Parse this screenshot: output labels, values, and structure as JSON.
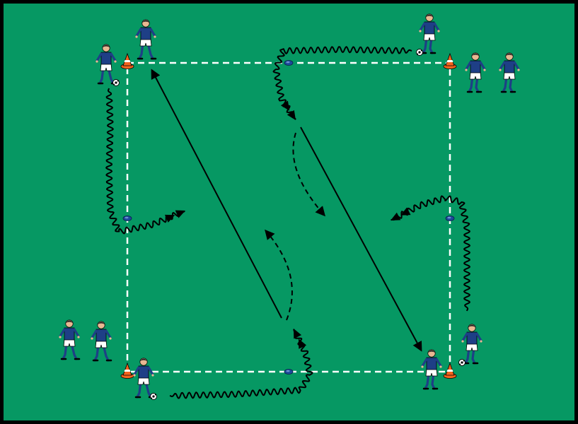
{
  "diagram": {
    "colors": {
      "pitch": "#069863",
      "border": "#000000",
      "grid_line": "#ffffff",
      "shirt": "#1e3f86",
      "shorts": "#ffffff",
      "skin": "#e9b892",
      "cone": "#f2641e",
      "disc": "#1c4a9a",
      "arrow": "#000000"
    },
    "players": [
      {
        "id": "p1",
        "facing": "right",
        "has_ball": true
      },
      {
        "id": "p2",
        "facing": "right",
        "has_ball": false
      },
      {
        "id": "p3",
        "facing": "left",
        "has_ball": true
      },
      {
        "id": "p4",
        "facing": "left",
        "has_ball": false
      },
      {
        "id": "p5",
        "facing": "left",
        "has_ball": false
      },
      {
        "id": "p6",
        "facing": "right",
        "has_ball": false
      },
      {
        "id": "p7",
        "facing": "right",
        "has_ball": false
      },
      {
        "id": "p8",
        "facing": "right",
        "has_ball": true
      },
      {
        "id": "p9",
        "facing": "left",
        "has_ball": false
      },
      {
        "id": "p10",
        "facing": "left",
        "has_ball": true
      }
    ],
    "icons": {
      "cone": "training-cone-icon",
      "disc": "marker-disc-icon",
      "ball": "soccer-ball-icon",
      "player": "player-icon"
    }
  }
}
